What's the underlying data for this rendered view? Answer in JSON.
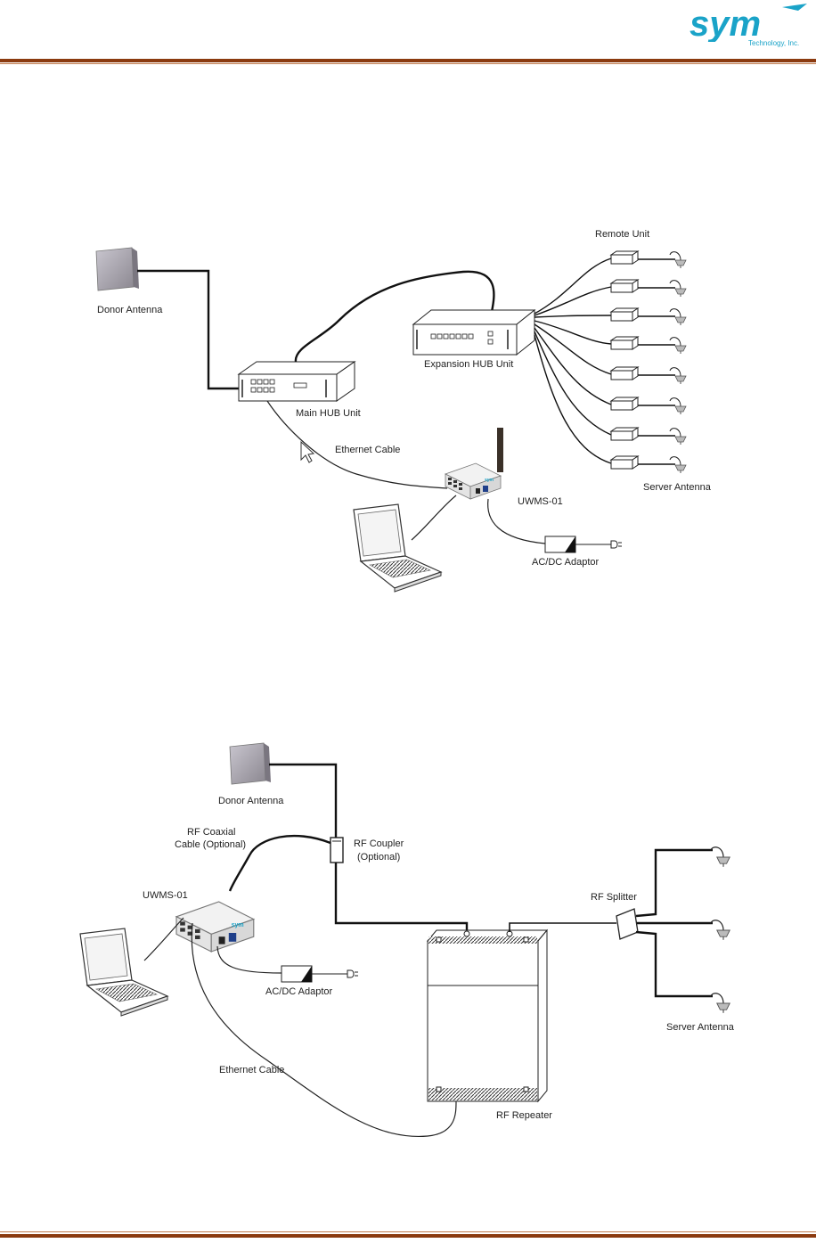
{
  "header": {
    "logo_text": "sym",
    "logo_subtext": "Technology, Inc.",
    "brand_color": "#1aa3c8",
    "rule_color": "#8b3a0f"
  },
  "diagram1": {
    "donor_antenna": "Donor Antenna",
    "main_hub": "Main  HUB Unit",
    "expansion_hub": "Expansion HUB Unit",
    "remote_unit": "Remote Unit",
    "server_antenna": "Server Antenna",
    "ethernet_cable": "Ethernet Cable",
    "uwms": "UWMS-01",
    "adaptor": "AC/DC Adaptor"
  },
  "diagram2": {
    "donor_antenna": "Donor Antenna",
    "coax_line1": "RF Coaxial",
    "coax_line2": "Cable (Optional)",
    "coupler_line1": "RF Coupler",
    "coupler_line2": "(Optional)",
    "uwms": "UWMS-01",
    "splitter": "RF Splitter",
    "adaptor": "AC/DC Adaptor",
    "server_antenna": "Server Antenna",
    "ethernet_cable": "Ethernet Cable",
    "repeater": "RF Repeater"
  }
}
